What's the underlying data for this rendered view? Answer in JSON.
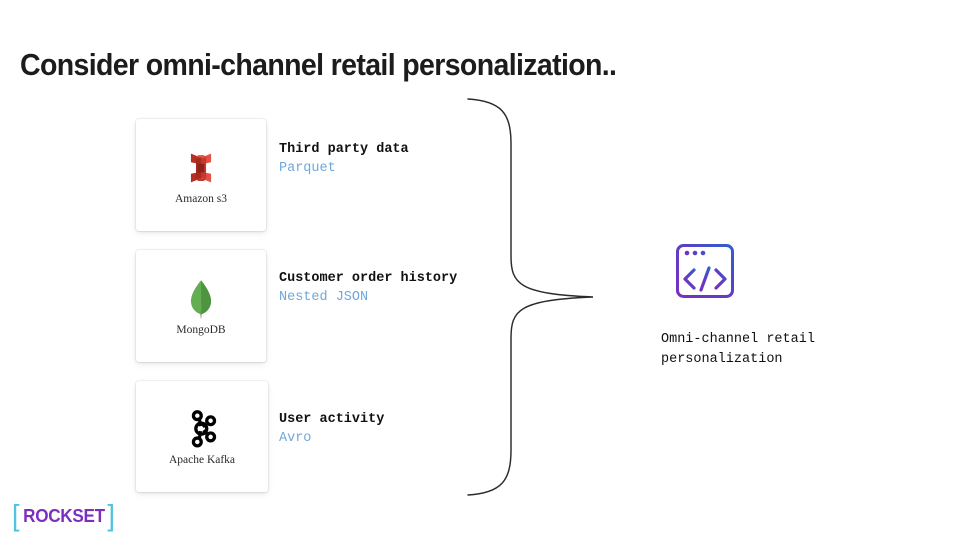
{
  "slide": {
    "title": "Consider omni-channel retail personalization..",
    "background_color": "#ffffff"
  },
  "sources": [
    {
      "logo_icon": "amazon-s3-icon",
      "logo_caption": "Amazon s3",
      "logo_color": "#cf4236",
      "label": "Third party data",
      "format": "Parquet"
    },
    {
      "logo_icon": "mongodb-leaf-icon",
      "logo_caption": "MongoDB",
      "logo_color": "#58a646",
      "label": "Customer order history",
      "format": "Nested JSON"
    },
    {
      "logo_icon": "apache-kafka-icon",
      "logo_caption": "Apache Kafka",
      "logo_color": "#000000",
      "label": "User activity",
      "format": "Avro"
    }
  ],
  "connector": {
    "shape": "curly-brace",
    "color": "#2b2b2b"
  },
  "destination": {
    "icon": "code-window-icon",
    "icon_gradient_start": "#7b2fbf",
    "icon_gradient_end": "#2f5fd0",
    "label": "Omni-channel retail personalization"
  },
  "brand": {
    "bracket_left": "[",
    "bracket_right": "]",
    "name": "ROCKSET",
    "bracket_color": "#4ec3e0",
    "name_color": "#7b2fbf"
  },
  "colors": {
    "format_text": "#6fa8dc",
    "label_text": "#111111"
  }
}
